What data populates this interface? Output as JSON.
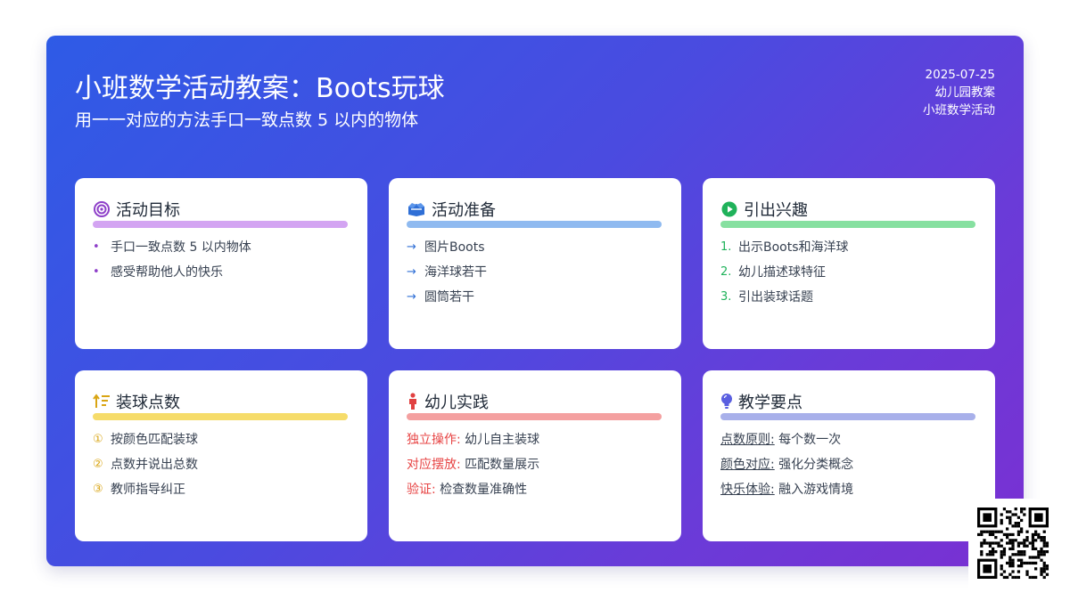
{
  "header": {
    "title": "小班数学活动教案：Boots玩球",
    "subtitle": "用一一对应的方法手口一致点数 5 以内的物体",
    "date": "2025-07-25",
    "category": "幼儿园教案",
    "subject": "小班数学活动"
  },
  "cards": {
    "goals": {
      "title": "活动目标",
      "icon": "target-icon",
      "color": "#d3a4f2",
      "items": [
        "手口一致点数 5 以内物体",
        "感受帮助他人的快乐"
      ]
    },
    "prep": {
      "title": "活动准备",
      "icon": "box-icon",
      "color": "#8fbaf0",
      "items": [
        "图片Boots",
        "海洋球若干",
        "圆筒若干"
      ]
    },
    "intro": {
      "title": "引出兴趣",
      "icon": "play-icon",
      "color": "#86e0a0",
      "markers": [
        "1.",
        "2.",
        "3."
      ],
      "items": [
        "出示Boots和海洋球",
        "幼儿描述球特征",
        "引出装球话题"
      ]
    },
    "count": {
      "title": "装球点数",
      "icon": "sort-icon",
      "color": "#f6dc6a",
      "markers": [
        "①",
        "②",
        "③"
      ],
      "items": [
        "按颜色匹配装球",
        "点数并说出总数",
        "教师指导纠正"
      ]
    },
    "practice": {
      "title": "幼儿实践",
      "icon": "child-icon",
      "color": "#f4a0a0",
      "items": [
        {
          "term": "独立操作:",
          "text": " 幼儿自主装球"
        },
        {
          "term": "对应摆放:",
          "text": " 匹配数量展示"
        },
        {
          "term": "验证:",
          "text": " 检查数量准确性"
        }
      ]
    },
    "points": {
      "title": "教学要点",
      "icon": "lightbulb-icon",
      "color": "#a8b0ea",
      "items": [
        {
          "term": "点数原则:",
          "text": " 每个数一次"
        },
        {
          "term": "颜色对应:",
          "text": " 强化分类概念"
        },
        {
          "term": "快乐体验:",
          "text": " 融入游戏情境"
        }
      ]
    }
  }
}
